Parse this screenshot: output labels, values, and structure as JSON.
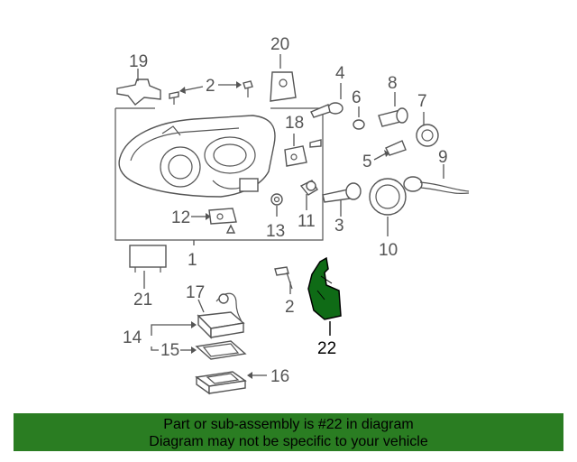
{
  "diagram": {
    "callouts": {
      "c1": "1",
      "c2a": "2",
      "c2b": "2",
      "c3": "3",
      "c4": "4",
      "c5": "5",
      "c6": "6",
      "c7": "7",
      "c8": "8",
      "c9": "9",
      "c10": "10",
      "c11": "11",
      "c12": "12",
      "c13": "13",
      "c14": "14",
      "c15": "15",
      "c16": "16",
      "c17": "17",
      "c18": "18",
      "c19": "19",
      "c20": "20",
      "c21": "21",
      "c22": "22"
    },
    "highlight_part": "22",
    "colors": {
      "highlight_fill": "#0f6b16",
      "banner_bg": "#2a7d22",
      "line": "#555555"
    }
  },
  "banner": {
    "line1": "Part or sub-assembly is #22 in diagram",
    "line2": "Diagram may not be specific to your vehicle"
  }
}
